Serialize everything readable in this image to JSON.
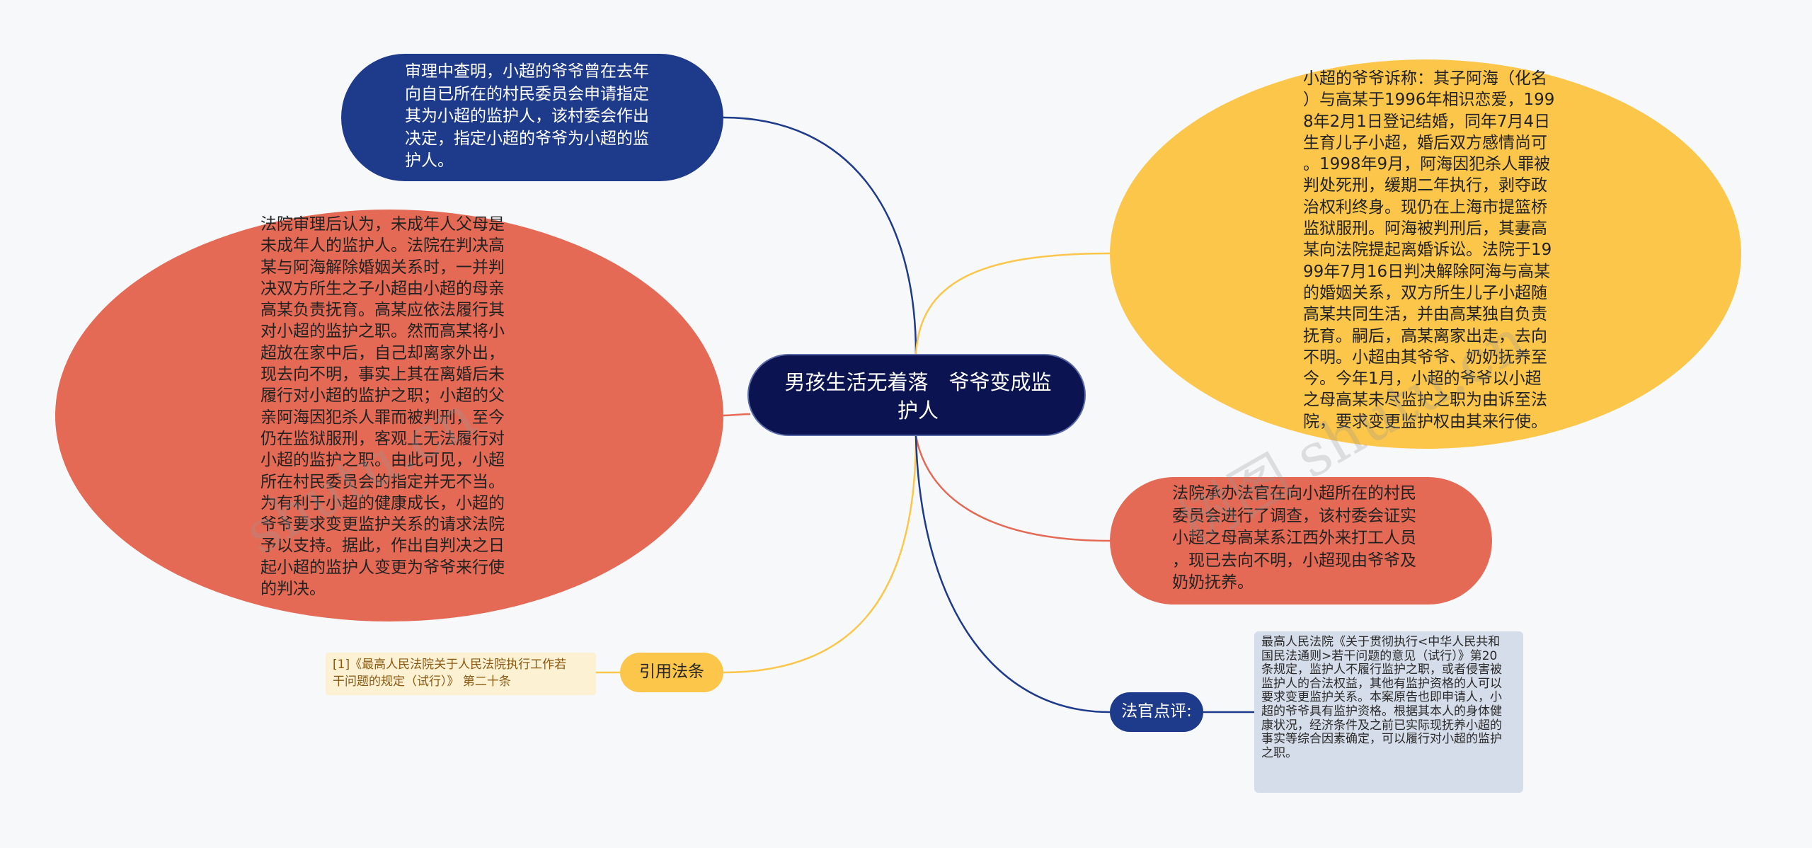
{
  "center": {
    "title": "男孩生活无着落　爷爷变成监护人"
  },
  "nodes": {
    "top_left": "审理中查明，小超的爷爷曾在去年\n向自已所在的村民委员会申请指定\n其为小超的监护人，该村委会作出\n决定，指定小超的爷爷为小超的监\n护人。",
    "left": "法院审理后认为，未成年人父母是\n未成年人的监护人。法院在判决高\n某与阿海解除婚姻关系时，一并判\n决双方所生之子小超由小超的母亲\n高某负责抚育。高某应依法履行其\n对小超的监护之职。然而高某将小\n超放在家中后，自己却离家外出，\n现去向不明，事实上其在离婚后未\n履行对小超的监护之职；小超的父\n亲阿海因犯杀人罪而被判刑，至今\n仍在监狱服刑，客观上无法履行对\n小超的监护之职。由此可见，小超\n所在村民委员会的指定并无不当。\n为有利于小超的健康成长，小超的\n爷爷要求变更监护关系的请求法院\n予以支持。据此，作出自判决之日\n起小超的监护人变更为爷爷来行使\n的判决。",
    "right": "小超的爷爷诉称：其子阿海（化名\n）与高某于1996年相识恋爱，199\n8年2月1日登记结婚，同年7月4日\n生育儿子小超，婚后双方感情尚可\n。1998年9月，阿海因犯杀人罪被\n判处死刑，缓期二年执行，剥夺政\n治权利终身。现仍在上海市提篮桥\n监狱服刑。阿海被判刑后，其妻高\n某向法院提起离婚诉讼。法院于19\n99年7月16日判决解除阿海与高某\n的婚姻关系，双方所生儿子小超随\n高某共同生活，并由高某独自负责\n抚育。嗣后，高某离家出走，去向\n不明。小超由其爷爷、奶奶抚养至\n今。今年1月，小超的爷爷以小超\n之母高某未尽监护之职为由诉至法\n院，要求变更监护权由其来行使。",
    "right_coral": "法院承办法官在向小超所在的村民\n委员会进行了调查，该村委会证实\n小超之母高某系江西外来打工人员\n，现已去向不明，小超现由爷爷及\n奶奶抚养。",
    "judge_label": "法官点评:",
    "judge_detail": "最高人民法院《关于贯彻执行<中华人民共和\n国民法通则>若干问题的意见（试行）》第20\n条规定，监护人不履行监护之职，或者侵害被\n监护人的合法权益，其他有监护资格的人可以\n要求变更监护关系。本案原告也即申请人，小\n超的爷爷具有监护资格。根据其本人的身体健\n康状况，经济条件及之前已实际现抚养小超的\n事实等综合因素确定，可以履行对小超的监护\n之职。",
    "cite_label": "引用法条",
    "cite_detail": "[1]《最高人民法院关于人民法院执行工作若\n干问题的规定（试行）》 第二十条"
  },
  "colors": {
    "background": "#f7f8fa",
    "center": "#0b1450",
    "navy": "#1e3a8a",
    "coral": "#e46a55",
    "yellow": "#fcc64a",
    "judge_box": "#d5dcea",
    "cite_box": "#fdf1d4"
  }
}
